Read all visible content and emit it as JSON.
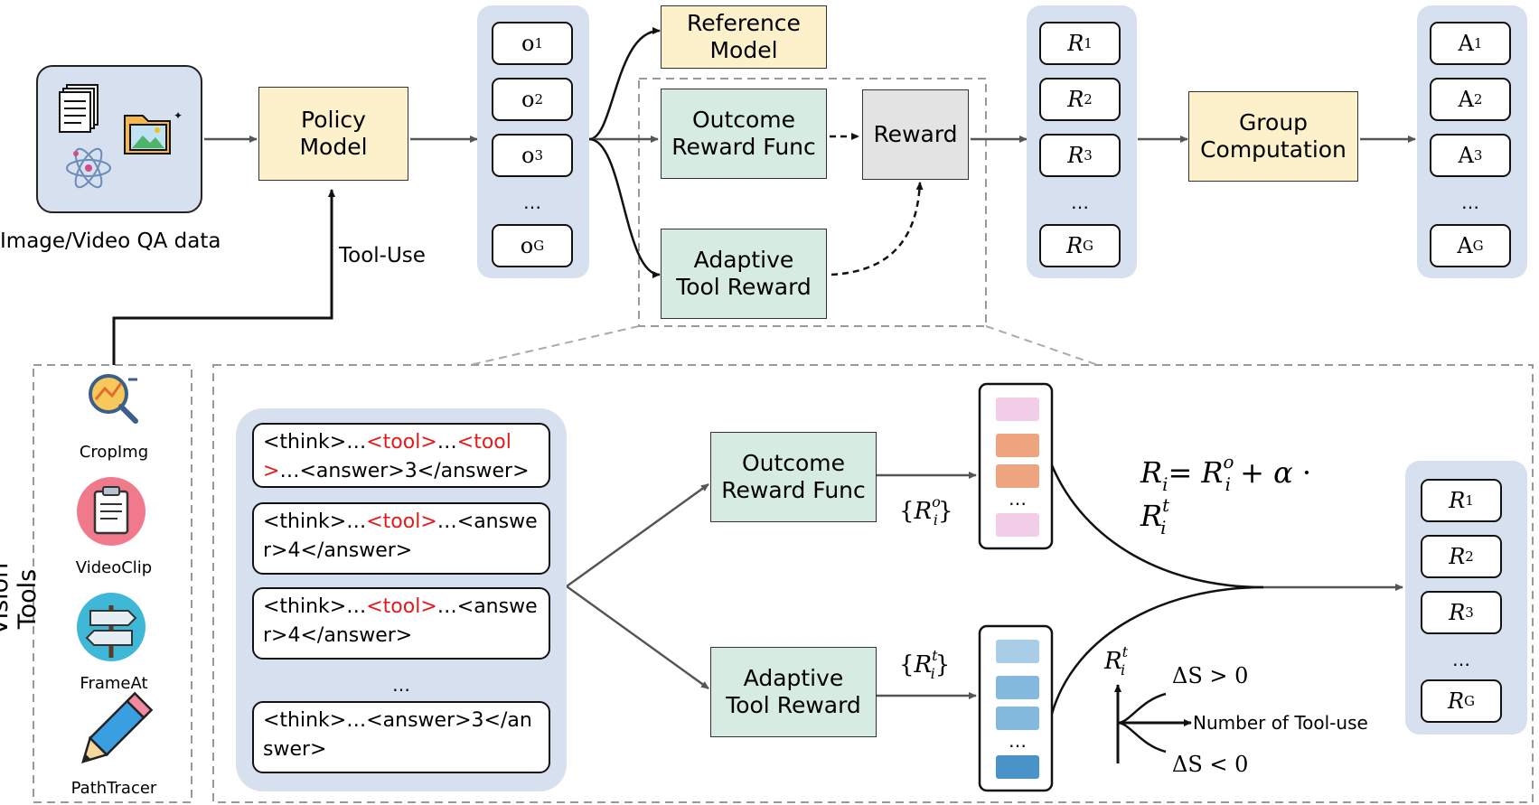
{
  "input": {
    "label": "Image/Video QA data"
  },
  "policy_model": "Policy\nModel",
  "tool_use_label": "Tool-Use",
  "outputs": [
    "o",
    "o",
    "o",
    "…",
    "o"
  ],
  "output_subs": [
    "1",
    "2",
    "3",
    "",
    "G"
  ],
  "reference_model": "Reference\nModel",
  "outcome_reward_func": "Outcome\nReward Func",
  "adaptive_tool_reward": "Adaptive\nTool Reward",
  "reward": "Reward",
  "rewards_top": [
    "R",
    "R",
    "R",
    "…",
    "R"
  ],
  "reward_subs": [
    "1",
    "2",
    "3",
    "",
    "G"
  ],
  "group_computation": "Group\nComputation",
  "advantages": [
    "A",
    "A",
    "A",
    "…",
    "A"
  ],
  "advantage_subs": [
    "1",
    "2",
    "3",
    "",
    "G"
  ],
  "vision_tools": {
    "title": "Vision Tools",
    "tools": [
      "CropImg",
      "VideoClip",
      "FrameAt",
      "PathTracer"
    ]
  },
  "traces": [
    {
      "parts": [
        [
          "<think>…",
          ""
        ],
        [
          "<tool>",
          "red"
        ],
        [
          "…",
          ""
        ],
        [
          "<tool>",
          "red"
        ],
        [
          "…<answer>3</answer>",
          ""
        ]
      ]
    },
    {
      "parts": [
        [
          "<think>…",
          ""
        ],
        [
          "<tool>",
          "red"
        ],
        [
          "…<answer>4</answer>",
          ""
        ]
      ]
    },
    {
      "parts": [
        [
          "<think>…",
          ""
        ],
        [
          "<tool>",
          "red"
        ],
        [
          "…<answer>4</answer>",
          ""
        ]
      ]
    },
    {
      "parts": [
        [
          "<think>…<answer>3</answer>",
          ""
        ]
      ]
    }
  ],
  "trace_ellipsis": "…",
  "detail_outcome": "Outcome\nReward Func",
  "detail_adaptive": "Adaptive\nTool Reward",
  "set_outcome": {
    "open": "{",
    "base": "R",
    "sup": "o",
    "sub": "i",
    "close": "}"
  },
  "set_tool": {
    "open": "{",
    "base": "R",
    "sup": "t",
    "sub": "i",
    "close": "}"
  },
  "formula": {
    "lhs": "R",
    "lhs_sub": "i",
    "eq": "=",
    "t1": "R",
    "t1_sup": "o",
    "t1_sub": "i",
    "plus": "+",
    "alpha": "α",
    "dot": "·",
    "t2": "R",
    "t2_sup": "t",
    "t2_sub": "i"
  },
  "rewards_bottom": [
    "R",
    "R",
    "R",
    "…",
    "R"
  ],
  "rewards_bottom_subs": [
    "1",
    "2",
    "3",
    "",
    "G"
  ],
  "bar_ellipsis": "…",
  "tool_axis": {
    "y_label": "R",
    "y_sup": "t",
    "y_sub": "i",
    "up": "ΔS > 0",
    "down": "ΔS < 0",
    "x_label": "Number of Tool-use"
  },
  "colors": {
    "box_tan": "#fdf1cc",
    "box_green": "#d6ebe1",
    "box_grey": "#e3e3e3",
    "panel_blue": "#d6e0ee",
    "tool_red": "#e41a1a",
    "bar_pink": "#f2cde8",
    "bar_orange": "#eea47e",
    "bar_blue_light": "#a9cde6",
    "bar_blue_mid": "#82b9dd",
    "bar_blue_dark": "#4a93c9"
  }
}
